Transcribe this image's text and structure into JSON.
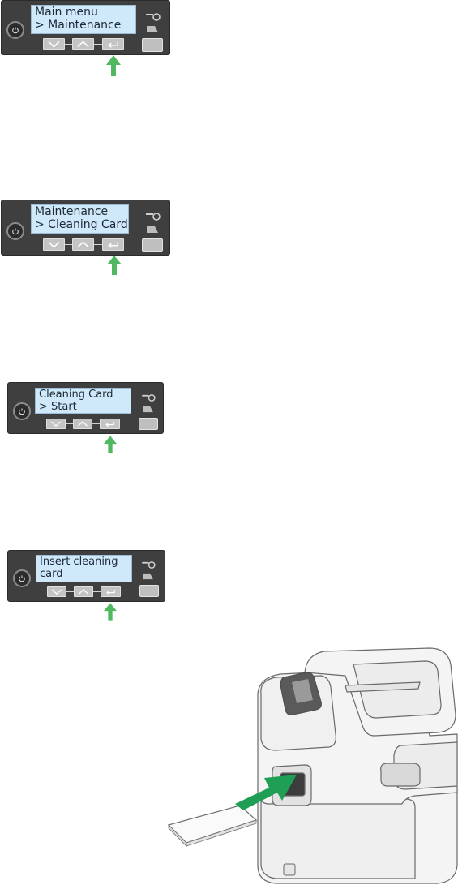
{
  "panels": [
    {
      "line1": "Main menu",
      "line2": "> Maintenance"
    },
    {
      "line1": "Maintenance",
      "line2": "> Cleaning Card"
    },
    {
      "line1": "Cleaning Card",
      "line2": "> Start"
    },
    {
      "line1": "Insert cleaning",
      "line2": "card"
    }
  ],
  "icons": {
    "power": "power-icon",
    "ribbon": "ribbon-icon",
    "card": "card-icon",
    "down": "chevron-down-icon",
    "up": "chevron-up-icon",
    "enter": "enter-icon",
    "pointer": "green-arrow-icon"
  },
  "colors": {
    "panel": "#3f3f3f",
    "lcd": "#cfe8fa",
    "pointer": "#4fb861",
    "insert_arrow": "#1f9e55"
  }
}
